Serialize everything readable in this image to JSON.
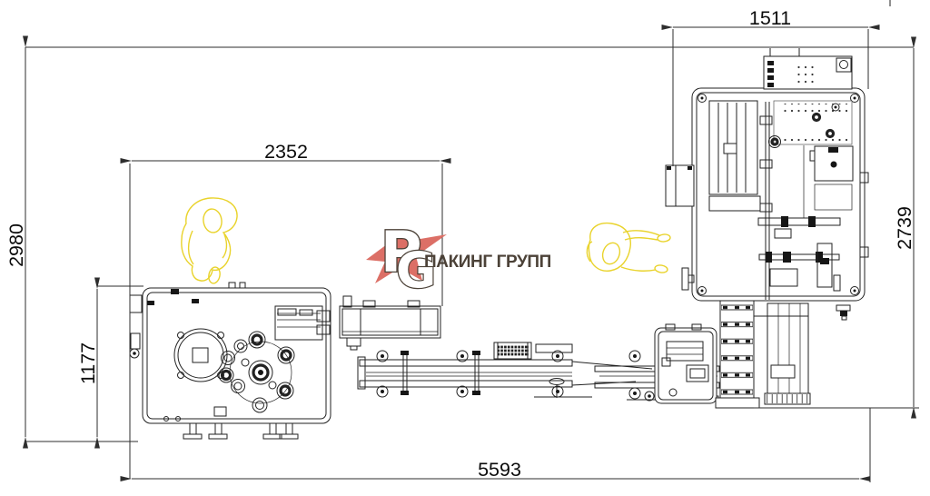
{
  "drawing": {
    "type": "packaging-line-layout-top-view",
    "dimensions_mm": {
      "top_width": "1511",
      "overall_depth": "2980",
      "left_section_width": "2352",
      "right_section_depth": "2739",
      "labeller_depth": "1177",
      "overall_length": "5593"
    },
    "logo": {
      "letter_p": "P",
      "letter_g": "G",
      "company": "ПАКИНГ ГРУПП"
    },
    "colors": {
      "line": "#222222",
      "dimension_line": "#2e2e2e",
      "logo_red": "#dc6f66",
      "logo_text_brown": "#4c4238",
      "operator_yellow": "#e9d32c",
      "background": "#ffffff"
    }
  }
}
